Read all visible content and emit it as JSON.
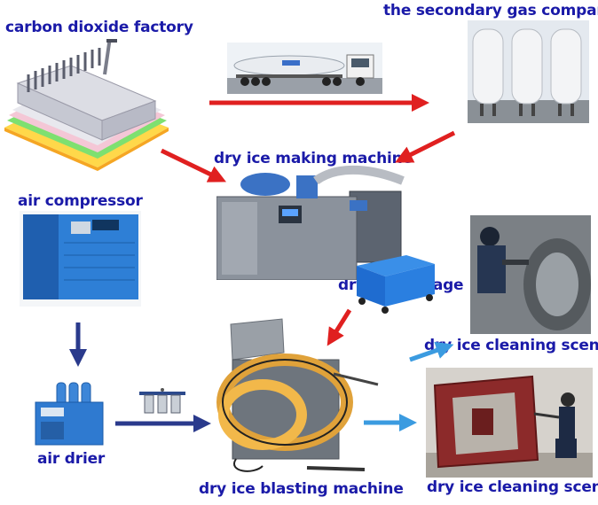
{
  "labels": {
    "co2_factory": "carbon dioxide factory",
    "gas_company": "the secondary gas company",
    "making_machine": "dry ice making machine",
    "air_compressor": "air compressor",
    "storage": "dry ice storage",
    "cleaning_scene_top": "dry ice cleaning scene",
    "air_drier": "air drier",
    "blasting_machine": "dry ice blasting machine",
    "cleaning_scene_bottom": "dry ice cleaning scene"
  },
  "colors": {
    "label_text": "#1a1aa8",
    "arrow_red": "#e02020",
    "arrow_navy": "#2a3a8c",
    "arrow_lightblue": "#3b9be0"
  },
  "icons": {
    "factory": "binding-machine-illustration",
    "tanker": "tanker-truck-photo",
    "tanks": "gas-storage-tanks-photo",
    "maker": "dry-ice-machine-photo",
    "compressor": "air-compressor-photo",
    "storage": "storage-box-photo",
    "blaster": "blasting-machine-photo",
    "drier": "air-drier-photo",
    "filter": "air-filter-photo",
    "scene": "cleaning-scene-photo"
  }
}
